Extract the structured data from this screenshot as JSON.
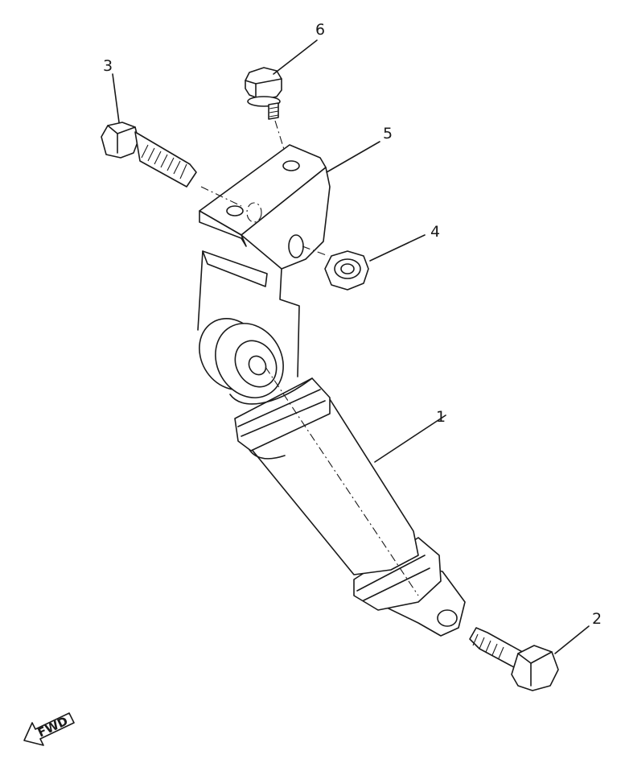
{
  "callouts": {
    "shock_absorber": "1",
    "lower_bolt": "2",
    "upper_bolt": "3",
    "nut": "4",
    "bracket": "5",
    "bracket_bolt": "6"
  },
  "fwd_label": "FWD"
}
